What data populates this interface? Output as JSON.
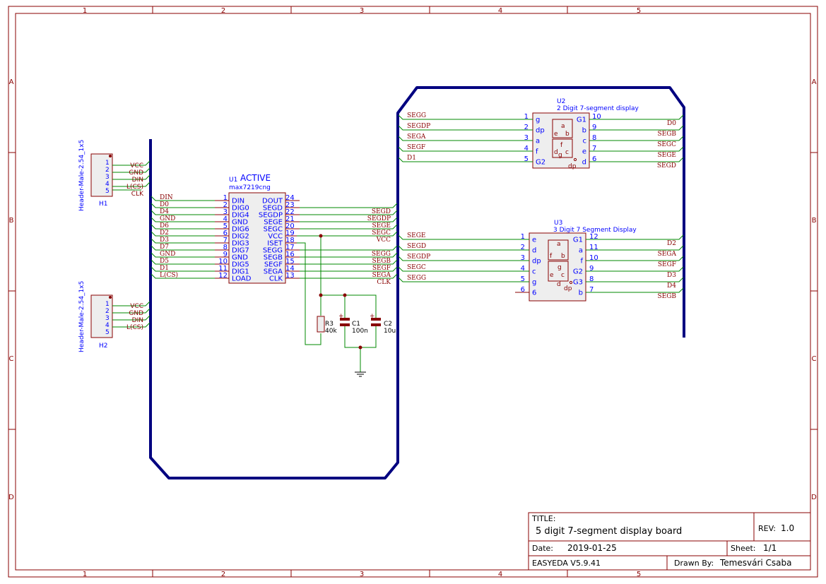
{
  "frame": {
    "col_labels": [
      "1",
      "2",
      "3",
      "4",
      "5"
    ],
    "row_labels": [
      "A",
      "B",
      "C",
      "D"
    ]
  },
  "title_block": {
    "title_label": "TITLE:",
    "title": "5 digit 7-segment display board",
    "rev_label": "REV:",
    "rev": "1.0",
    "date_label": "Date:",
    "date": "2019-01-25",
    "sheet_label": "Sheet:",
    "sheet": "1/1",
    "tool": "EASYEDA V5.9.41",
    "drawn_label": "Drawn By:",
    "drawn_by": "Temesvári Csaba"
  },
  "h1": {
    "ref": "H1",
    "part": "Header-Male-2.54_1x5",
    "pins": [
      "1",
      "2",
      "3",
      "4",
      "5"
    ],
    "nets": [
      "VCC",
      "GND",
      "DIN",
      "L(CS)",
      "CLK"
    ]
  },
  "h2": {
    "ref": "H2",
    "part": "Header-Male-2.54_1x5",
    "pins": [
      "1",
      "2",
      "3",
      "4",
      "5"
    ],
    "nets": [
      "VCC",
      "GND",
      "DIN",
      "L(CS)"
    ]
  },
  "u1": {
    "ref": "U1",
    "status": "ACTIVE",
    "part": "max7219cng",
    "left_pins": [
      {
        "num": "1",
        "name": "DIN",
        "net": "DIN"
      },
      {
        "num": "2",
        "name": "DIG0",
        "net": "D0"
      },
      {
        "num": "3",
        "name": "DIG4",
        "net": "D4"
      },
      {
        "num": "4",
        "name": "GND",
        "net": "GND"
      },
      {
        "num": "5",
        "name": "DIG6",
        "net": "D6"
      },
      {
        "num": "6",
        "name": "DIG2",
        "net": "D2"
      },
      {
        "num": "7",
        "name": "DIG3",
        "net": "D3"
      },
      {
        "num": "8",
        "name": "DIG7",
        "net": "D7"
      },
      {
        "num": "9",
        "name": "GND",
        "net": "GND"
      },
      {
        "num": "10",
        "name": "DIG5",
        "net": "D5"
      },
      {
        "num": "11",
        "name": "DIG1",
        "net": "D1"
      },
      {
        "num": "12",
        "name": "LOAD",
        "net": "L(CS)"
      }
    ],
    "right_pins": [
      {
        "num": "24",
        "name": "DOUT",
        "net": ""
      },
      {
        "num": "23",
        "name": "SEGD",
        "net": "SEGD"
      },
      {
        "num": "22",
        "name": "SEGDP",
        "net": "SEGDP"
      },
      {
        "num": "21",
        "name": "SEGE",
        "net": "SEGE"
      },
      {
        "num": "20",
        "name": "SEGC",
        "net": "SEGC"
      },
      {
        "num": "19",
        "name": "VCC",
        "net": "VCC"
      },
      {
        "num": "18",
        "name": "ISET",
        "net": ""
      },
      {
        "num": "17",
        "name": "SEGG",
        "net": "SEGG"
      },
      {
        "num": "16",
        "name": "SEGB",
        "net": "SEGB"
      },
      {
        "num": "15",
        "name": "SEGF",
        "net": "SEGF"
      },
      {
        "num": "14",
        "name": "SEGA",
        "net": "SEGA"
      },
      {
        "num": "13",
        "name": "CLK",
        "net": "CLK"
      }
    ]
  },
  "u2": {
    "ref": "U2",
    "part": "2 Digit 7-segment display",
    "left_pins": [
      {
        "num": "1",
        "name": "g",
        "net": "SEGG"
      },
      {
        "num": "2",
        "name": "dp",
        "net": "SEGDP"
      },
      {
        "num": "3",
        "name": "a",
        "net": "SEGA"
      },
      {
        "num": "4",
        "name": "f",
        "net": "SEGF"
      },
      {
        "num": "5",
        "name": "G2",
        "net": "D1"
      }
    ],
    "right_pins": [
      {
        "num": "10",
        "name": "G1",
        "net": "D0"
      },
      {
        "num": "9",
        "name": "b",
        "net": "SEGB"
      },
      {
        "num": "8",
        "name": "c",
        "net": "SEGC"
      },
      {
        "num": "7",
        "name": "e",
        "net": "SEGE"
      },
      {
        "num": "6",
        "name": "d",
        "net": "SEGD"
      }
    ],
    "seg_labels": [
      "a",
      "e",
      "b",
      "f",
      "d",
      "c",
      "g",
      "dp"
    ]
  },
  "u3": {
    "ref": "U3",
    "part": "3 Digit 7 Segment Display",
    "left_pins": [
      {
        "num": "1",
        "name": "e",
        "net": "SEGE"
      },
      {
        "num": "2",
        "name": "d",
        "net": "SEGD"
      },
      {
        "num": "3",
        "name": "dp",
        "net": "SEGDP"
      },
      {
        "num": "4",
        "name": "c",
        "net": "SEGC"
      },
      {
        "num": "5",
        "name": "g",
        "net": "SEGG"
      },
      {
        "num": "6",
        "name": "6",
        "net": ""
      }
    ],
    "right_pins": [
      {
        "num": "12",
        "name": "G1",
        "net": "D2"
      },
      {
        "num": "11",
        "name": "a",
        "net": "SEGA"
      },
      {
        "num": "10",
        "name": "f",
        "net": "SEGF"
      },
      {
        "num": "9",
        "name": "G2",
        "net": "D3"
      },
      {
        "num": "8",
        "name": "G3",
        "net": "D4"
      },
      {
        "num": "7",
        "name": "b",
        "net": "SEGB"
      }
    ],
    "seg_labels": [
      "a",
      "f",
      "b",
      "g",
      "e",
      "c",
      "d",
      "dp"
    ]
  },
  "r3": {
    "ref": "R3",
    "value": "40k"
  },
  "c1": {
    "ref": "C1",
    "value": "100n",
    "plus": "+"
  },
  "c2": {
    "ref": "C2",
    "value": "10u",
    "plus": "+"
  },
  "colors": {
    "frame": "#880000",
    "wire": "#008800",
    "bus": "#000080",
    "pin_text": "#0000ff",
    "net_label": "#880000",
    "part_fill": "#eeeeee"
  }
}
